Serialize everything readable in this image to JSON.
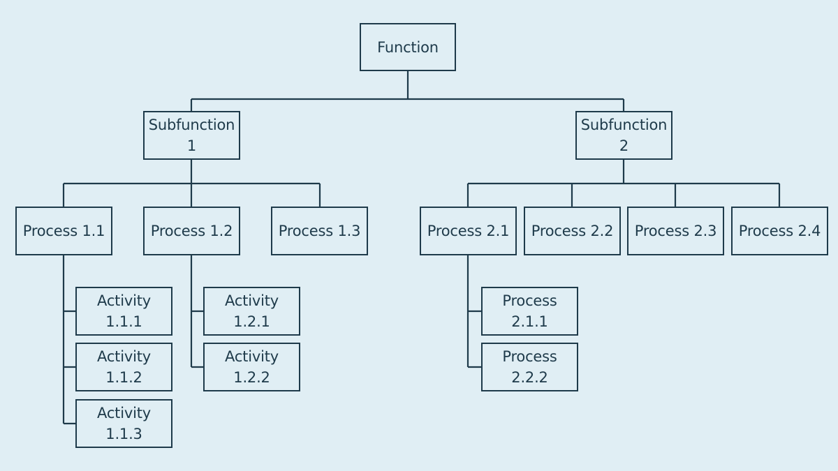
{
  "colors": {
    "background": "#e0eef4",
    "line": "#1e3a4a",
    "text": "#1e3a4a"
  },
  "nodes": {
    "function": "Function",
    "subfunction_1": "Subfunction\n1",
    "subfunction_2": "Subfunction\n2",
    "process_1_1": "Process 1.1",
    "process_1_2": "Process 1.2",
    "process_1_3": "Process 1.3",
    "process_2_1": "Process 2.1",
    "process_2_2": "Process 2.2",
    "process_2_3": "Process 2.3",
    "process_2_4": "Process 2.4",
    "activity_1_1_1": "Activity 1.1.1",
    "activity_1_1_2": "Activity 1.1.2",
    "activity_1_1_3": "Activity 1.1.3",
    "activity_1_2_1": "Activity 1.2.1",
    "activity_1_2_2": "Activity 1.2.2",
    "process_2_1_1": "Process 2.1.1",
    "process_2_2_2": "Process 2.2.2"
  }
}
